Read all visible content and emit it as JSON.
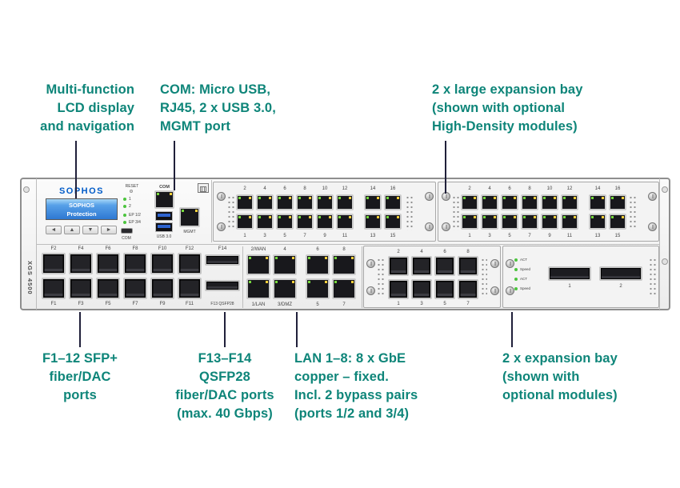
{
  "colors": {
    "accent": "#0e8579",
    "brand_blue": "#005bc8",
    "callout_line": "#20203a"
  },
  "annotations": {
    "lcd": {
      "lines": [
        "Multi-function",
        "LCD display",
        "and navigation"
      ]
    },
    "com": {
      "lines": [
        "COM: Micro USB,",
        "RJ45, 2 x USB 3.0,",
        "MGMT port"
      ]
    },
    "large_bay": {
      "lines": [
        "2 x large expansion bay",
        "(shown with optional",
        "High-Density modules)"
      ]
    },
    "sfp": {
      "lines": [
        "F1–12 SFP+",
        "fiber/DAC",
        "ports"
      ]
    },
    "qsfp": {
      "lines": [
        "F13–F14",
        "QSFP28",
        "fiber/DAC ports",
        "(max. 40 Gbps)"
      ]
    },
    "lan": {
      "lines": [
        "LAN 1–8: 8 x GbE",
        "copper – fixed.",
        "Incl. 2 bypass pairs",
        "(ports 1/2 and 3/4)"
      ]
    },
    "expansion": {
      "lines": [
        "2 x expansion bay",
        "(shown with",
        "optional modules)"
      ]
    }
  },
  "device": {
    "brand": "SOPHOS",
    "model": "XGS 4500",
    "lcd": {
      "line1": "SOPHOS",
      "line2": "Protection"
    },
    "nav_buttons": [
      "◄",
      "▲",
      "▼",
      "►"
    ],
    "reset_label": "RESET",
    "status_leds": [
      "1",
      "2",
      "EP 1/2",
      "EP 3/4"
    ],
    "com_label": "COM",
    "micro_usb_label": "COM",
    "usb_label": "USB 3.0",
    "mgmt_label": "MGMT",
    "top_module_numbers_top": [
      "2",
      "4",
      "6",
      "8",
      "10",
      "12",
      "14",
      "16"
    ],
    "top_module_numbers_bottom": [
      "1",
      "3",
      "5",
      "7",
      "9",
      "11",
      "13",
      "15"
    ],
    "sfp_labels_top": [
      "F2",
      "F4",
      "F6",
      "F8",
      "F10",
      "F12"
    ],
    "sfp_labels_bottom": [
      "F1",
      "F3",
      "F5",
      "F7",
      "F9",
      "F11"
    ],
    "qsfp_top_label": "F14",
    "qsfp_bottom_label": "F13 QSFP28",
    "lan_labels_top": [
      "2/WAN",
      "4",
      "6",
      "8"
    ],
    "lan_labels_bottom": [
      "1/LAN",
      "3/DMZ",
      "5",
      "7"
    ],
    "bay1_numbers_top": [
      "2",
      "4",
      "6",
      "8"
    ],
    "bay1_numbers_bottom": [
      "1",
      "3",
      "5",
      "7"
    ],
    "bay2_port_labels": [
      "1",
      "2"
    ],
    "bay2_led_labels": [
      "ACT",
      "Speed",
      "ACT",
      "Speed"
    ]
  }
}
